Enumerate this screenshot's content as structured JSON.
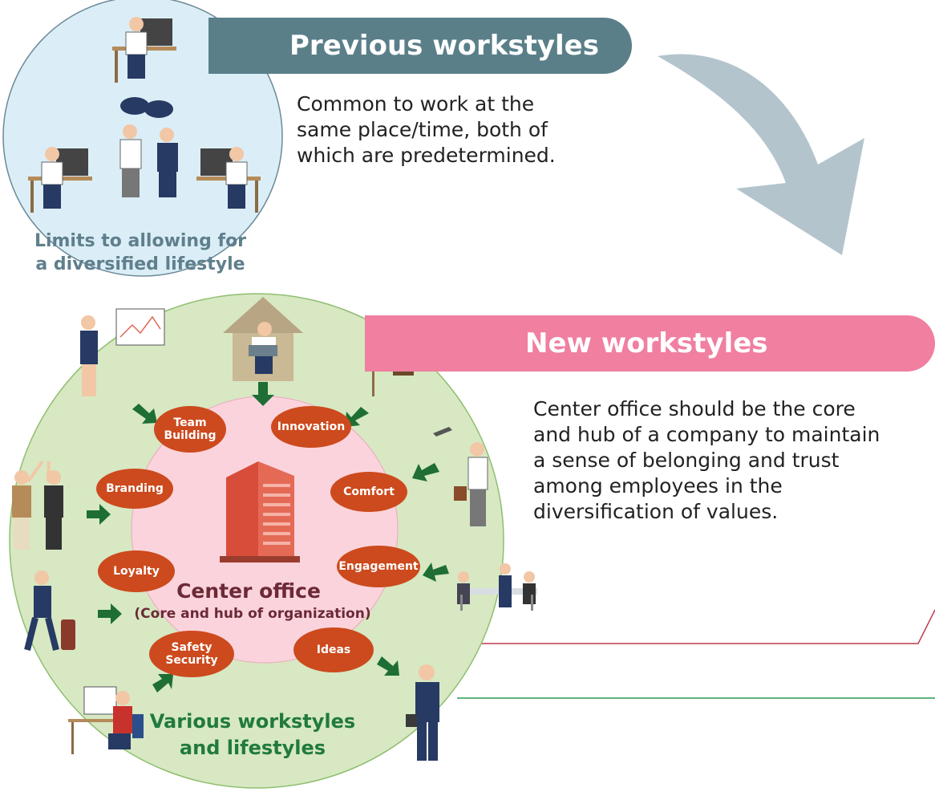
{
  "previous": {
    "title": "Previous workstyles",
    "description": "Common to work at the\nsame place/time, both of\nwhich are predetermined.",
    "caption": "Limits to allowing for\na diversified lifestyle"
  },
  "new": {
    "title": "New workstyles",
    "description": "Center office should be the core\nand hub of a company to maintain\na sense of belonging and trust\namong employees in the\ndiversification of values."
  },
  "center": {
    "title": "Center office",
    "subtitle": "(Core and hub of organization)"
  },
  "outer_caption": "Various workstyles\nand lifestyles",
  "values": [
    "Team\nBuilding",
    "Innovation",
    "Branding",
    "Comfort",
    "Loyalty",
    "Engagement",
    "Safety\nSecurity",
    "Ideas"
  ],
  "colors": {
    "previous_banner": "#5a7f89",
    "new_banner": "#f07fa0",
    "oval": "#cc4a1d",
    "outer_circle": "#d7e8c3",
    "inner_circle": "#fbd3dc",
    "arrow_green": "#1e6e35",
    "big_arrow": "#b4c4cc"
  }
}
